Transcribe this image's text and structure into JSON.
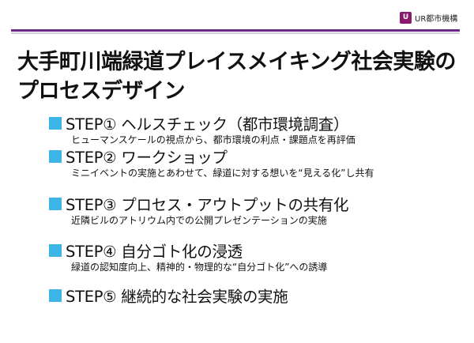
{
  "logo": {
    "mark": "U",
    "text": "UR都市機構"
  },
  "title": {
    "line1": "大手町川端緑道プレイスメイキング社会実験の",
    "line2": "プロセスデザイン"
  },
  "steps": [
    {
      "title": "STEP① ヘルスチェック（都市環境調査）",
      "desc": "ヒューマンスケールの視点から、都市環境の利点・課題点を再評価"
    },
    {
      "title": "STEP② ワークショップ",
      "desc": "ミニイベントの実施とあわせて、緑道に対する想いを“見える化”し共有"
    },
    {
      "title": "STEP③ プロセス・アウトプットの共有化",
      "desc": "近隣ビルのアトリウム内での公開プレゼンテーションの実施"
    },
    {
      "title": "STEP④ 自分ゴト化の浸透",
      "desc": "緑道の認知度向上、精神的・物理的な“自分ゴト化”への誘導"
    },
    {
      "title": "STEP⑤ 継続的な社会実験の実施",
      "desc": ""
    }
  ]
}
